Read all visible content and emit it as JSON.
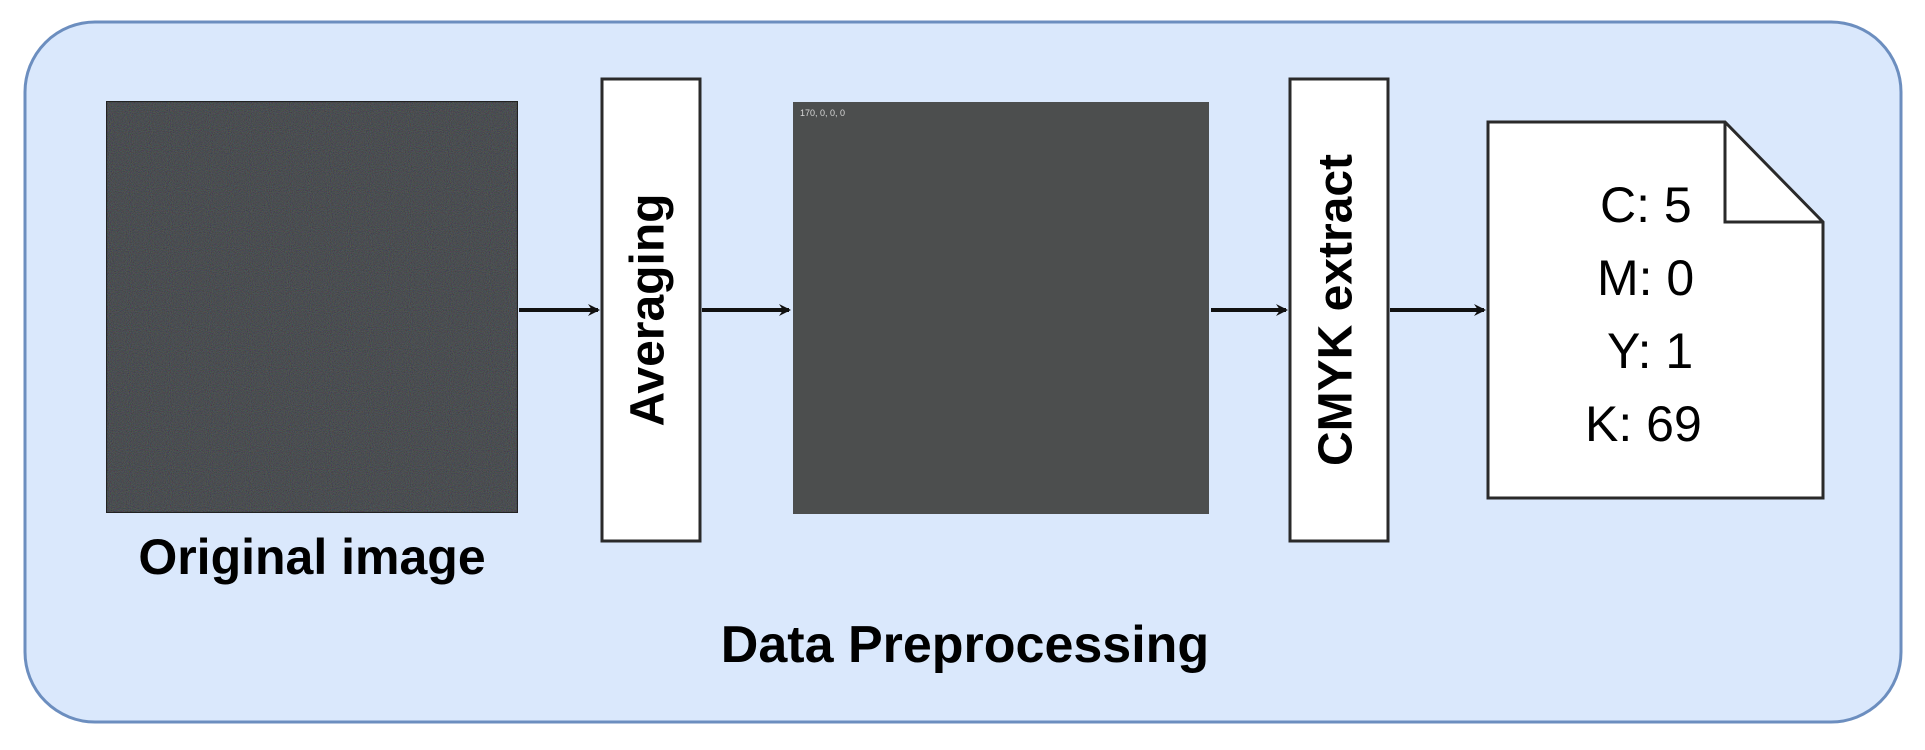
{
  "diagram": {
    "panel_title": "Data Preprocessing",
    "original_image_label": "Original image",
    "averaging_label": "Averaging",
    "cmyk_label": "CMYK extract",
    "averaged_image_caption": "170, 0, 0, 0",
    "result": {
      "c": "C: 5",
      "m": "M: 0",
      "y": "Y: 1",
      "k": "K: 69"
    },
    "colors": {
      "panel_fill": "#dae8fc",
      "panel_stroke": "#6c8ebf",
      "noise_base": "#3f4243",
      "averaged_fill": "#4c4e4e",
      "box_fill": "#ffffff",
      "stroke": "#2a2a2a"
    }
  }
}
